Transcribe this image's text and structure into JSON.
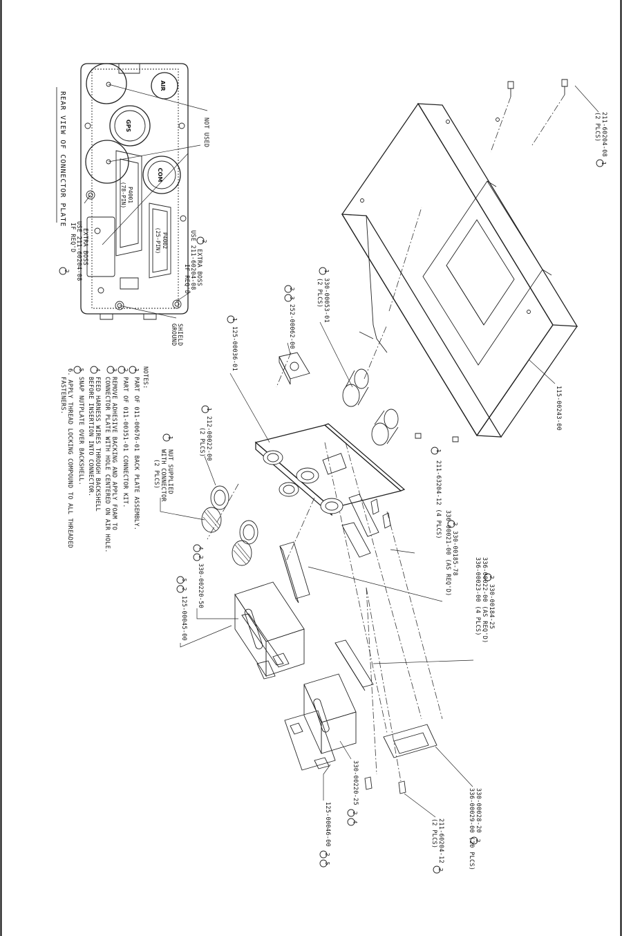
{
  "rear_view": {
    "title": "REAR VIEW OF CONNECTOR PLATE",
    "air": "AIR",
    "gps": "GPS",
    "com": "COM",
    "not_used": "NOT USED",
    "p4001_name": "P4001",
    "p4001_pins": "(78-PIN)",
    "p4002_name": "P4002",
    "p4002_pins": "(25-PIN)",
    "extra_boss_top_1": "EXTRA BOSS",
    "extra_boss_top_2": "USE 211-60204-08",
    "extra_boss_top_3": "IF REQ'D",
    "extra_boss_left_1": "EXTRA BOSS",
    "extra_boss_left_2": "USE 211-60204-08",
    "extra_boss_left_3": "IF REQ'D",
    "shield_1": "SHIELD",
    "shield_2": "GROUND"
  },
  "notes": {
    "heading": "NOTES:",
    "n1": "PART OF 011-00676-01 BACK PLATE ASSEMBLY.",
    "n2": "PART OF 011-00351-01 CONNECTOR KIT.",
    "n3a": "REMOVE ADHESIVE BACKING AND APPLY FOAM TO",
    "n3b": "CONNECTOR PLATE WITH HOLE CENTERED ON AIR HOLE.",
    "n4a": "FEED HARNESS WIRES THROUGH BACKSHELL",
    "n4b": "BEFORE INSERTION INTO CONNECTOR.",
    "n5": "SNAP NUTPLATE OVER BACKSHELL.",
    "n6a": "6. APPLY THREAD LOCKING COMPOUND TO ALL THREADED",
    "n6b": "FASTENERS."
  },
  "callouts": {
    "c_211_08a": "211-60204-08",
    "c_211_08b": "(2 PLCS)",
    "c_115": "115-00243-00",
    "c_330_053a": "330-00053-01",
    "c_330_053b": "(2 PLCS)",
    "c_252": "252-00062-00",
    "c_125_036": "125-00036-01",
    "c_212a": "212-00022-00",
    "c_212b": "(2 PLCS)",
    "c_nut_a": "NUT SUPPLIED",
    "c_nut_b": "WITH CONNECTOR",
    "c_nut_c": "(2 PLCS)",
    "c_211_12": "211-63204-12 (4 PLCS)",
    "c_330_185a": "330-00185-78",
    "c_330_185b": "336-00021-00 (AS REQ'D)",
    "c_330_184a": "330-00184-25",
    "c_330_184b": "336-00022-00 (AS REQ'D)",
    "c_330_184c": "336-00023-00 (4 PLCS)",
    "c_330_220_50": "330-00220-50",
    "c_125_045": "125-00045-00",
    "c_330_220_25": "330-00220-25",
    "c_125_046": "125-00046-00",
    "c_330_028a": "330-00028-20",
    "c_330_028b": "336-00029-00 (20 PLCS)",
    "c_211_12b_a": "211-60204-12",
    "c_211_12b_b": "(2 PLCS)"
  },
  "note_numbers": [
    "1",
    "2",
    "3",
    "4",
    "5"
  ]
}
